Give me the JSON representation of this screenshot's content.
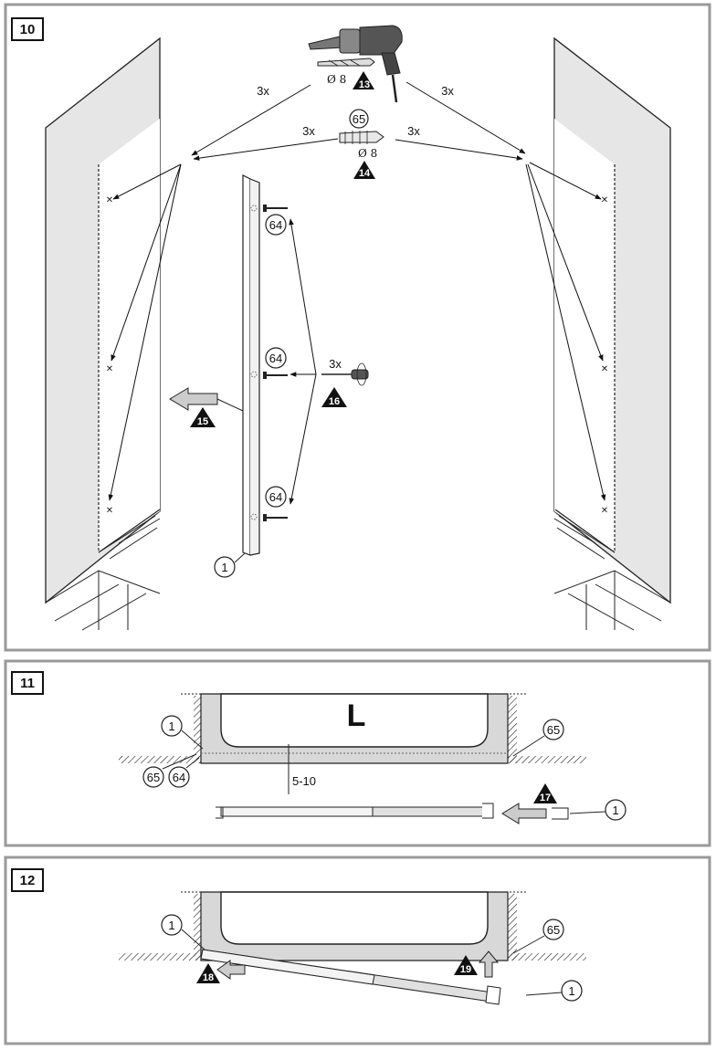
{
  "panels": [
    {
      "number": "10"
    },
    {
      "number": "11"
    },
    {
      "number": "12"
    }
  ],
  "panel10": {
    "qty_left_top": "3x",
    "qty_mid_left": "3x",
    "qty_right_top": "3x",
    "qty_mid_right": "3x",
    "qty_screwdriver": "3x",
    "drill_diameter": "Ø 8",
    "plug_diameter": "Ø 8",
    "step_drill": "13",
    "step_plug": "14",
    "step_profile": "15",
    "step_screw": "16",
    "part_plug": "65",
    "part_screw_top": "64",
    "part_screw_mid": "64",
    "part_screw_bottom": "64",
    "part_profile": "1"
  },
  "panel11": {
    "tray_letter": "L",
    "gap_label": "5-10",
    "part_profile_top": "1",
    "part_plug_left": "65",
    "part_screw_left": "64",
    "part_plug_right": "65",
    "part_profile_right": "1",
    "step_slide": "17"
  },
  "panel12": {
    "part_profile_top": "1",
    "part_plug_right": "65",
    "part_profile_right": "1",
    "step_insert": "18",
    "step_lift": "19"
  },
  "icons": [
    "drill-icon",
    "drill-bit-icon",
    "wall-plug-icon",
    "screw-icon",
    "screwdriver-icon",
    "arrow-left-icon",
    "arrow-up-icon"
  ],
  "colors": {
    "wall": "#e6e6e6",
    "tray": "#d8d8d8",
    "line": "#222222",
    "arrow_fill": "#cccccc",
    "frame": "#9a9a9a",
    "step_badge": "#111111"
  }
}
